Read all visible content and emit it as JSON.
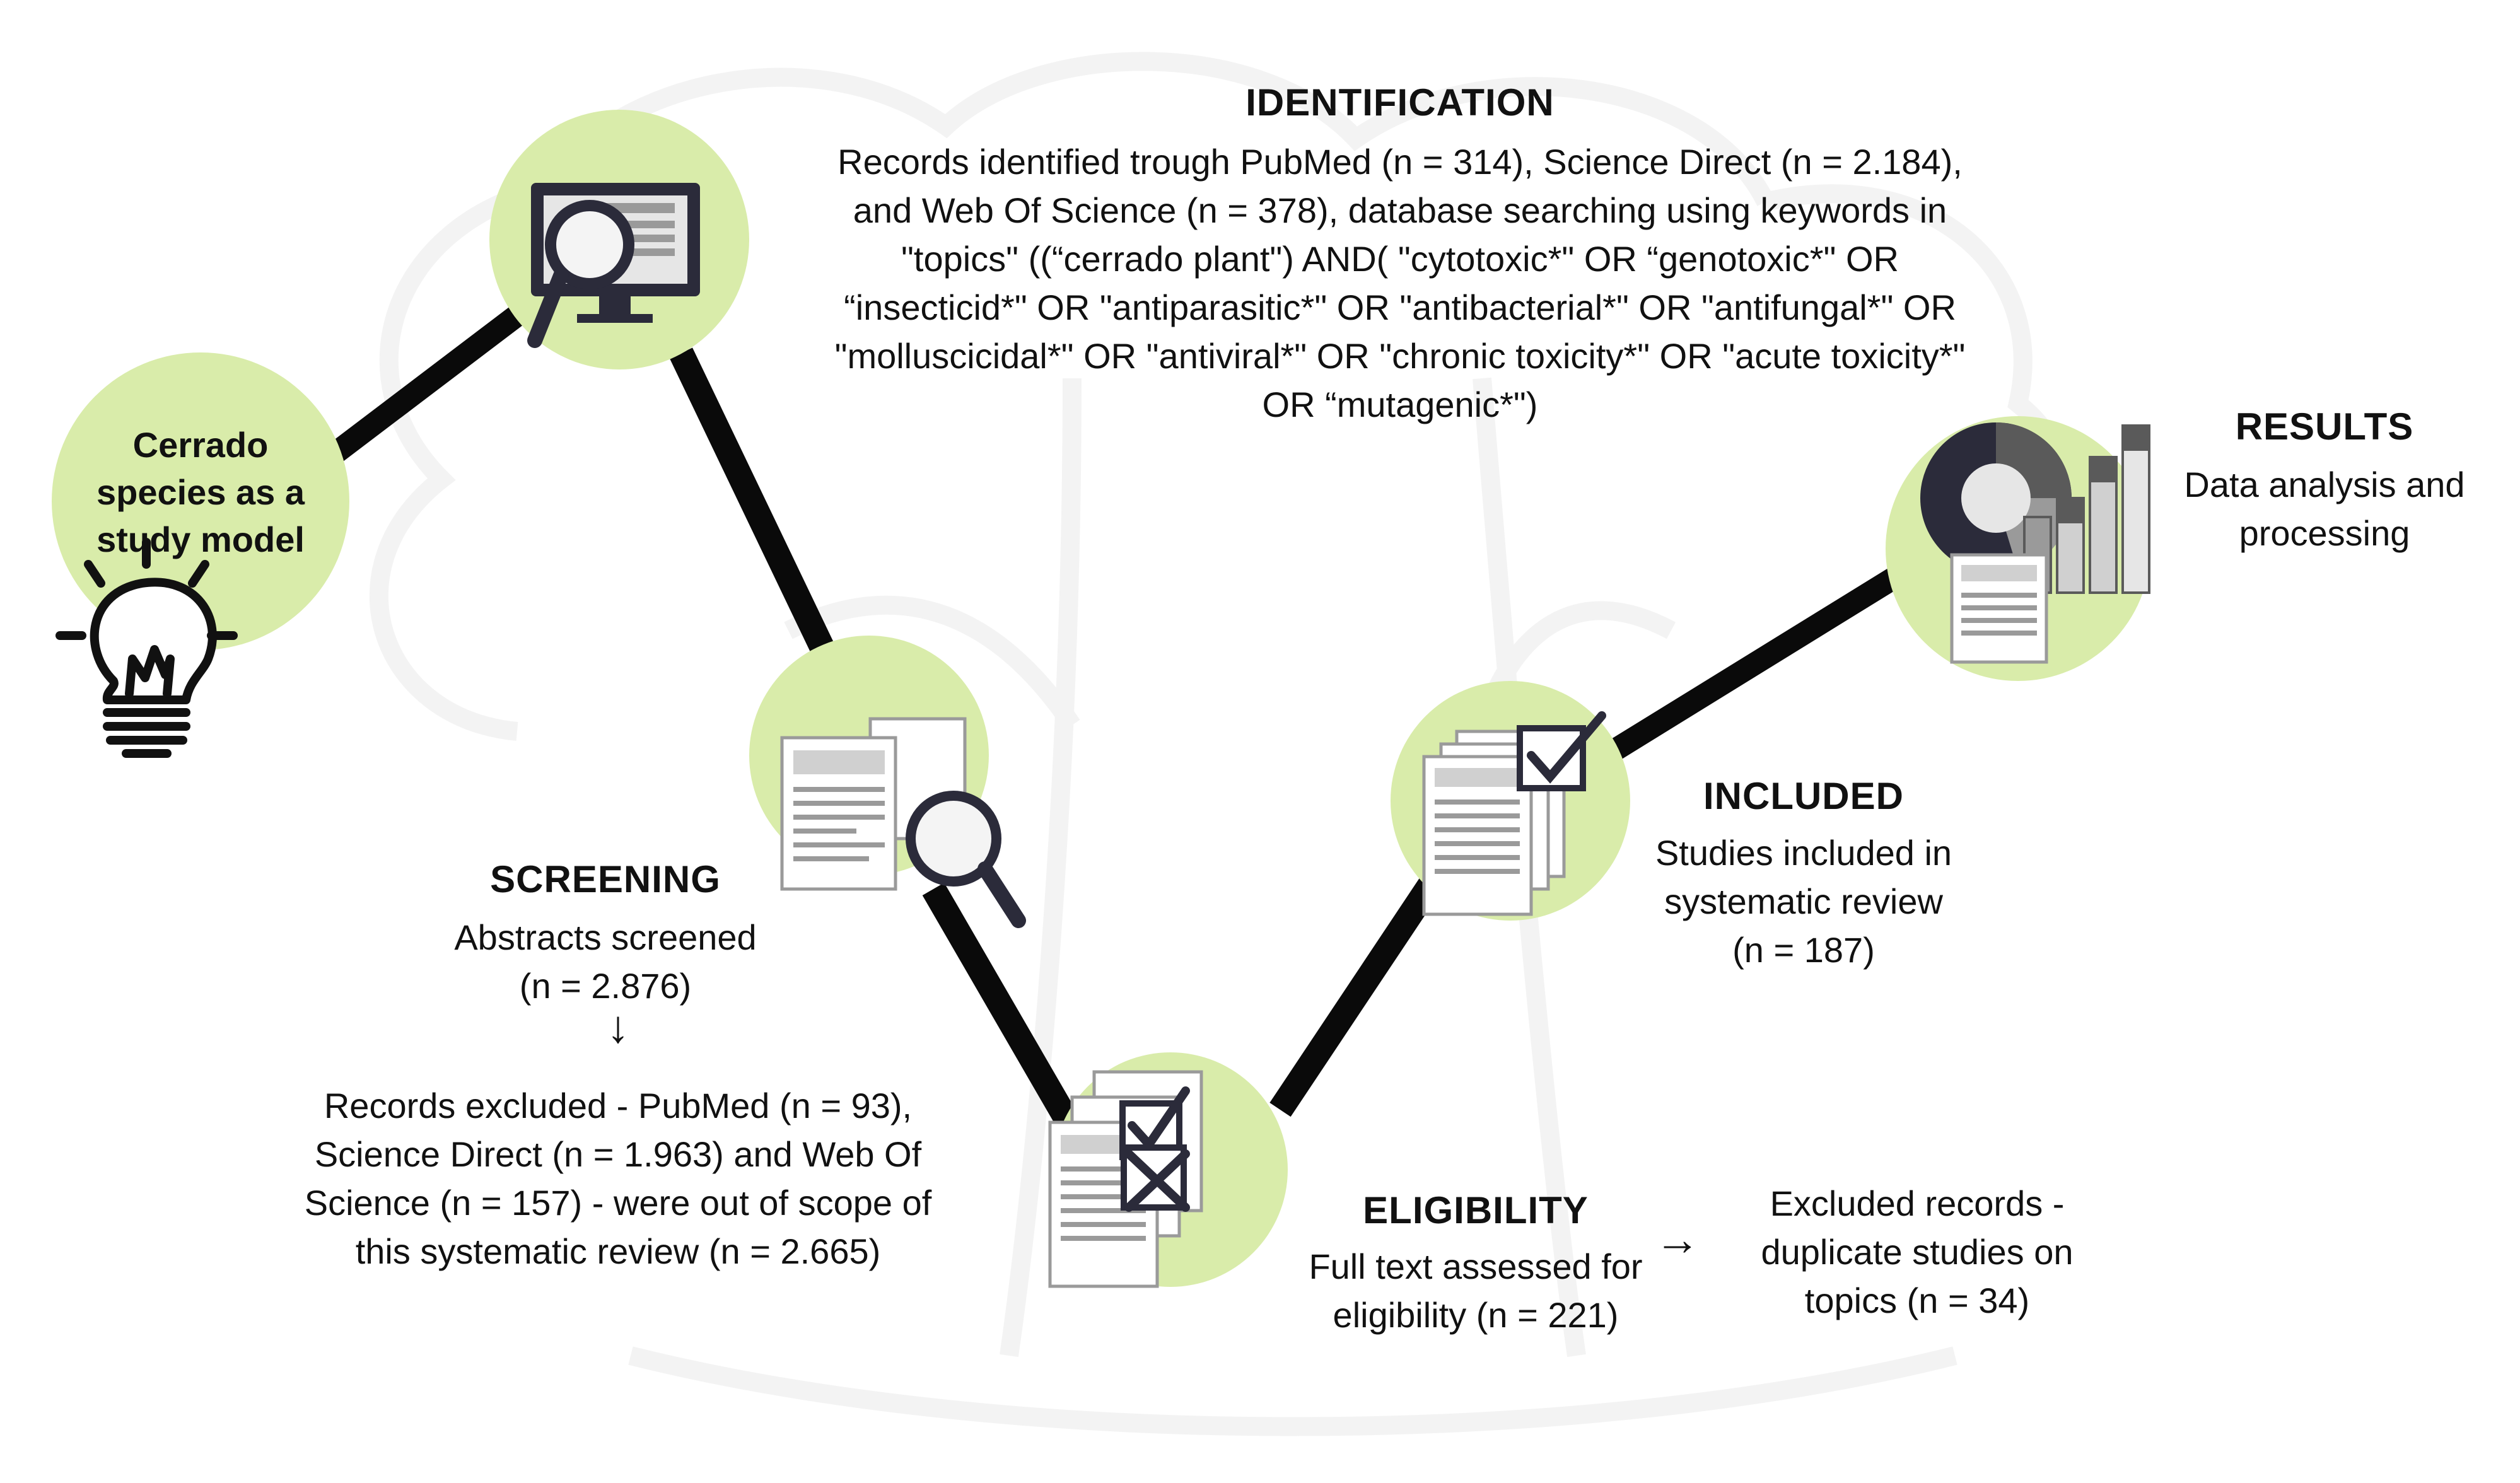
{
  "colors": {
    "circle_fill": "#d9ecaa",
    "path_stroke": "#0a0a0a",
    "watermark": "#f2f2f2",
    "icon_dark": "#2b2b3a",
    "icon_gray": "#9a9a9a",
    "icon_light": "#e6e6e6"
  },
  "start": {
    "label": "Cerrado species as a study model",
    "icon": "lightbulb-icon"
  },
  "identification": {
    "heading": "IDENTIFICATION",
    "line1": "Records identified trough PubMed (n = 314), Science Direct (n = 2.184),",
    "line2": "and Web Of Science (n = 378), database searching using keywords in",
    "line3": "\"topics\" ((“cerrado plant\") AND( \"cytotoxic*\" OR “genotoxic*\" OR",
    "line4": "“insecticid*\" OR \"antiparasitic*\" OR \"antibacterial*\" OR \"antifungal*\" OR",
    "line5": "\"molluscicidal*\" OR \"antiviral*\" OR \"chronic toxicity*\" OR \"acute toxicity*\"",
    "line6": "OR “mutagenic*\")",
    "icon": "monitor-magnifier-icon"
  },
  "screening": {
    "heading": "SCREENING",
    "line1": "Abstracts screened",
    "line2": "(n = 2.876)",
    "arrow": "↓",
    "excluded1": "Records excluded - PubMed (n = 93),",
    "excluded2": "Science Direct (n = 1.963) and Web Of",
    "excluded3": "Science (n = 157) - were out of scope of",
    "excluded4": "this systematic review (n = 2.665)",
    "icon": "documents-magnifier-icon"
  },
  "eligibility": {
    "heading": "ELIGIBILITY",
    "line1": "Full text assessed for",
    "line2": "eligibility (n = 221)",
    "arrow": "→",
    "excluded1": "Excluded records -",
    "excluded2": "duplicate studies on",
    "excluded3": "topics (n = 34)",
    "icon": "documents-check-cross-icon"
  },
  "included": {
    "heading": "INCLUDED",
    "line1": "Studies included in",
    "line2": "systematic review",
    "line3": "(n = 187)",
    "icon": "documents-checkmark-icon"
  },
  "results": {
    "heading": "RESULTS",
    "line1": "Data analysis and",
    "line2": "processing",
    "icon": "charts-report-icon"
  }
}
